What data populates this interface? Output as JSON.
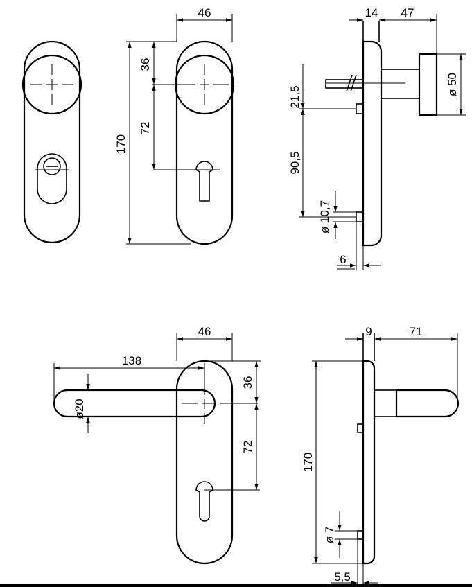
{
  "drawing": {
    "top_view": {
      "rosette_width": "46",
      "knob_to_rosette_top": "36",
      "knob_to_cylinder": "72",
      "overall_height": "170"
    },
    "top_side_view": {
      "plate_thickness": "14",
      "knob_projection": "47",
      "knob_diameter": "ø 50",
      "spindle_offset": "21,5",
      "screw_spacing": "90,5",
      "screw_diameter": "ø 10,7",
      "screw_stand": "6"
    },
    "lever_view": {
      "rosette_width": "46",
      "lever_length": "138",
      "lever_diameter": "ø20",
      "lever_to_rosette_top": "36",
      "lever_to_cylinder": "72"
    },
    "lever_side_view": {
      "plate_thickness": "9",
      "lever_projection": "71",
      "overall_height": "170",
      "screw_diameter": "ø 7",
      "screw_stand": "5,5"
    }
  }
}
